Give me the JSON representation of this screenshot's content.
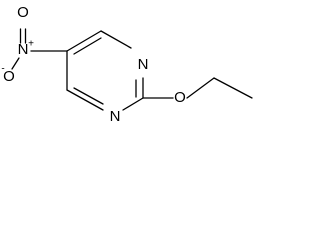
{
  "structure": {
    "atoms": {
      "nitro_n": "N",
      "nitro_n_charge": "+",
      "nitro_o_top": "O",
      "nitro_o_left": "O",
      "nitro_o_left_charge": "-",
      "ring_n_top": "N",
      "ring_n_bottom": "N",
      "ether_o": "O"
    }
  }
}
